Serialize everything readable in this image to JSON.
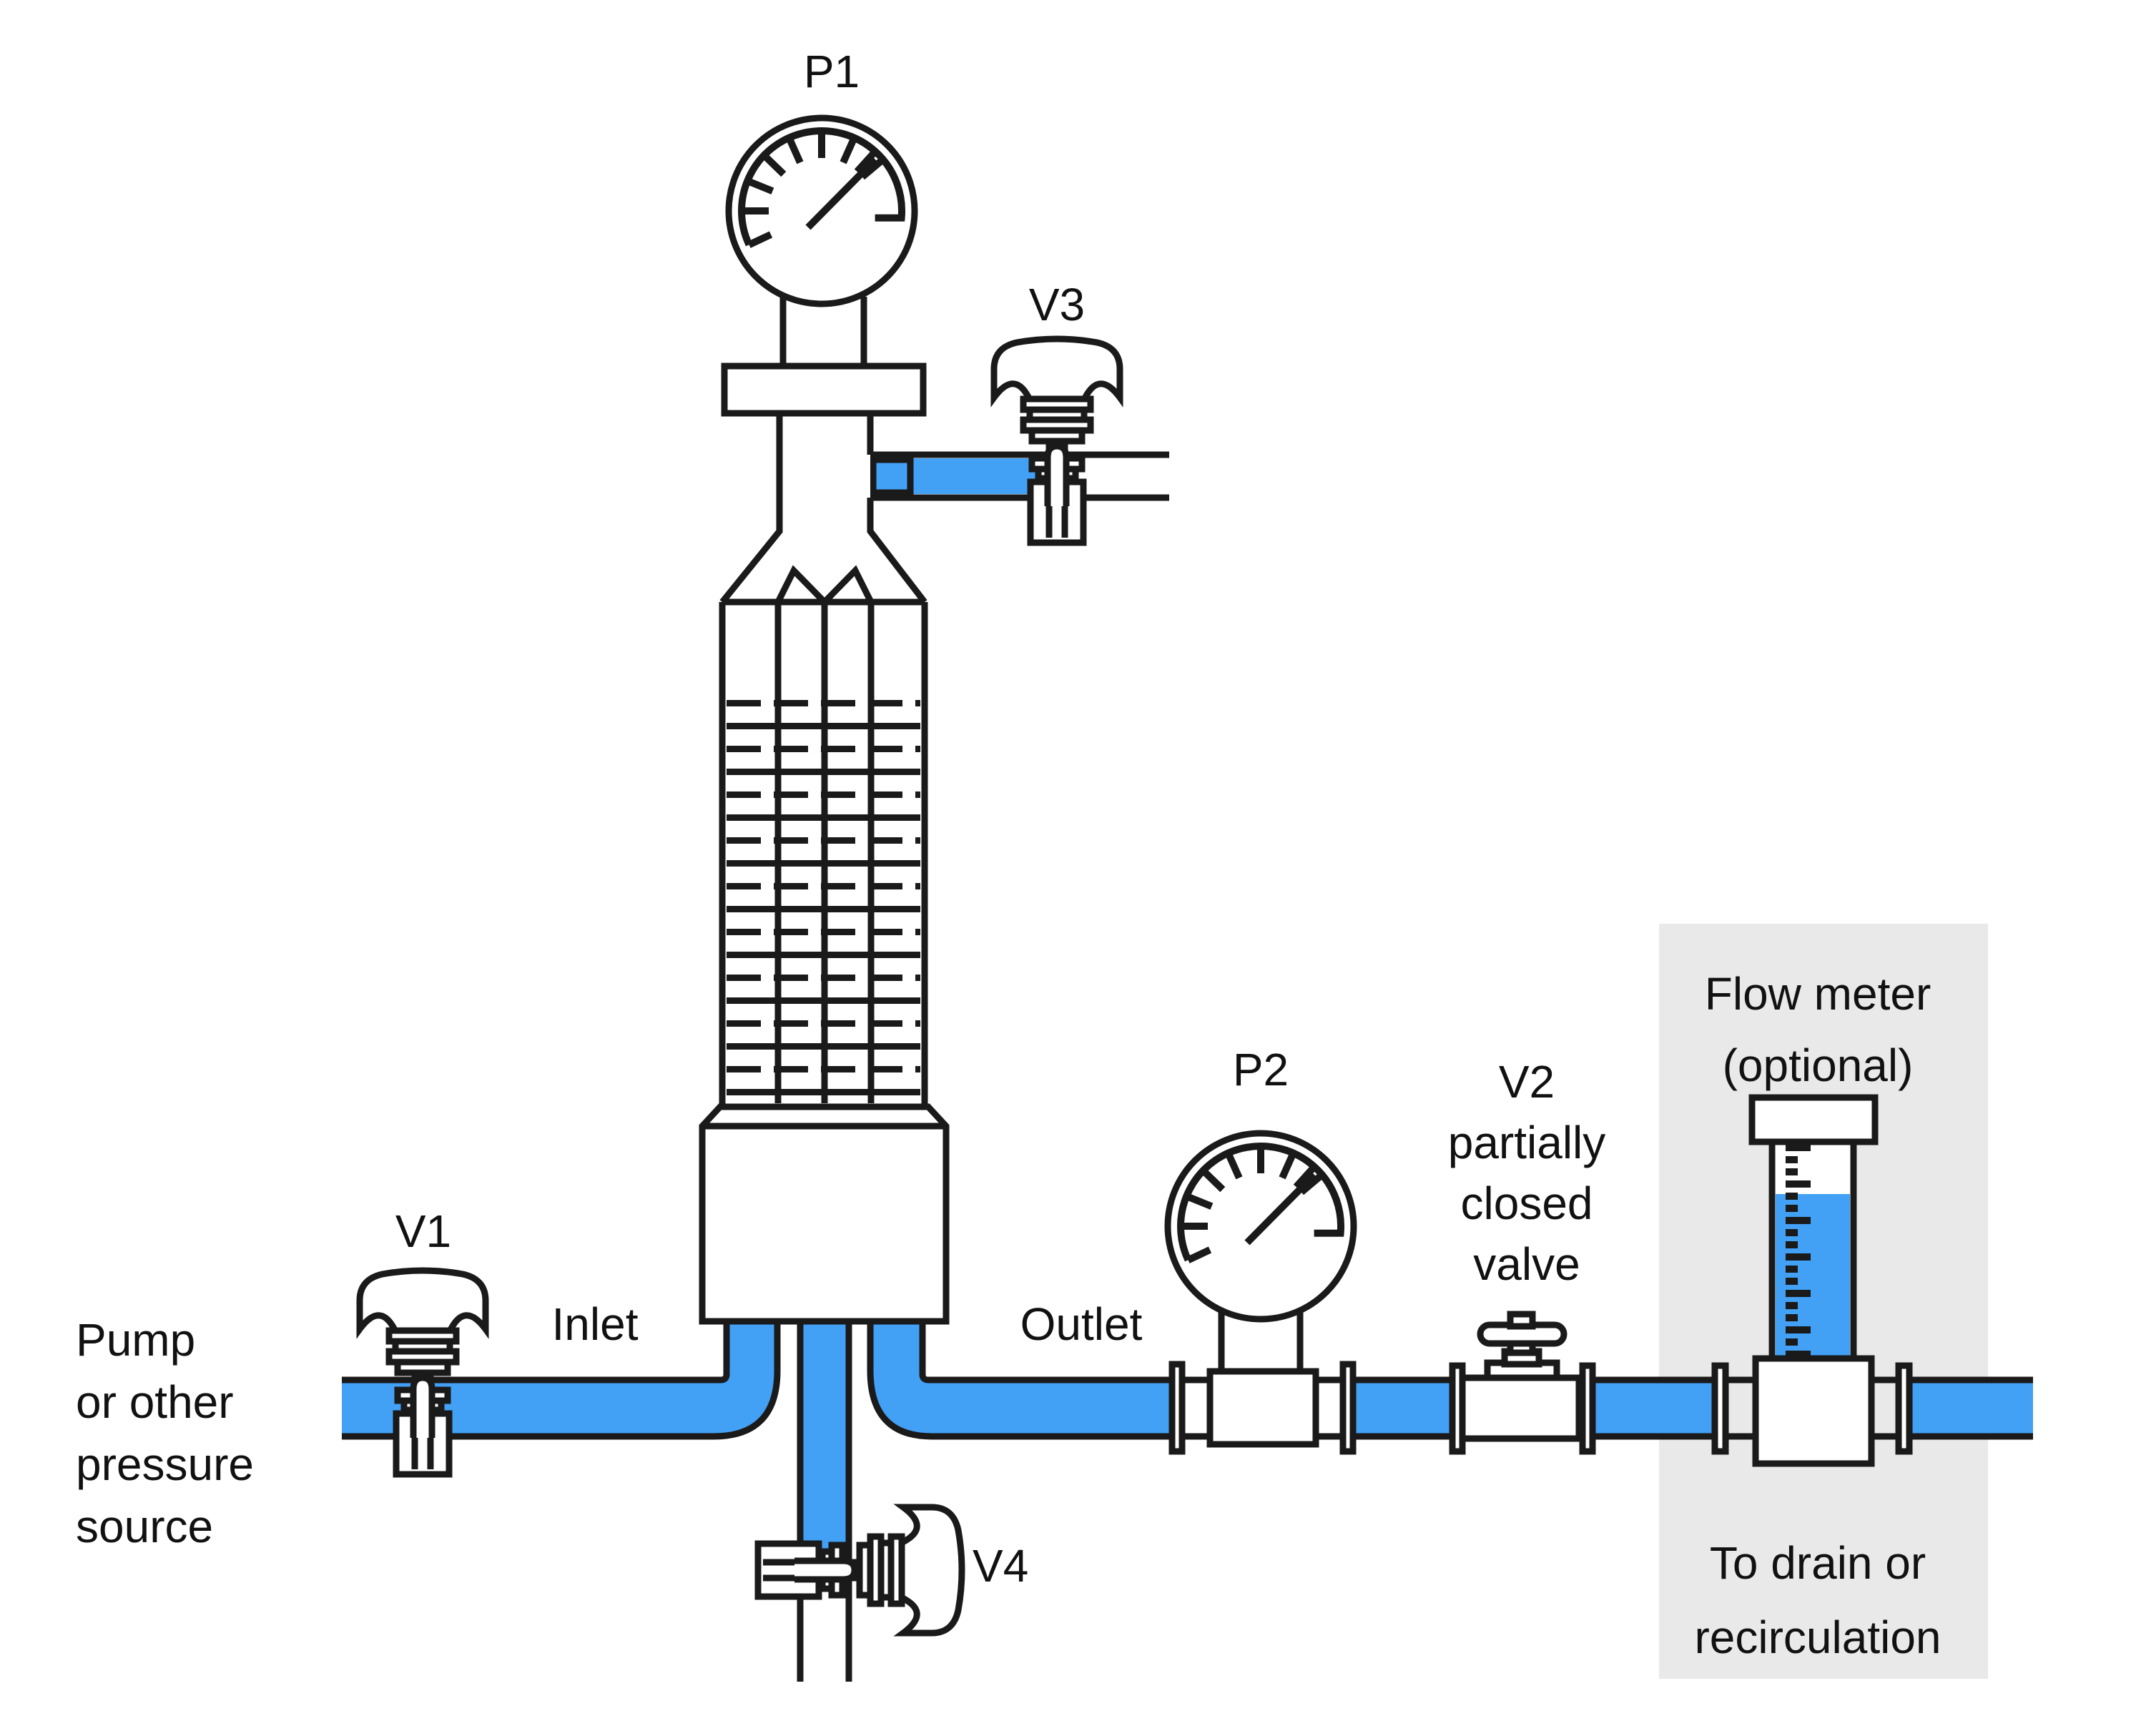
{
  "colors": {
    "fluid": "#42A0F5",
    "line": "#1A1A1A",
    "panel": "#E9E9E9",
    "ink": "#111111",
    "background": "#FFFFFF"
  },
  "source": {
    "lines": [
      "Pump",
      "or other",
      "pressure",
      "source"
    ]
  },
  "pipeline": {
    "inlet_label": "Inlet",
    "outlet_label": "Outlet"
  },
  "gauges": {
    "p1": {
      "label": "P1"
    },
    "p2": {
      "label": "P2"
    }
  },
  "valves": {
    "v1": {
      "label": "V1"
    },
    "v2": {
      "label_lines": [
        "V2",
        "partially",
        "closed",
        "valve"
      ]
    },
    "v3": {
      "label": "V3"
    },
    "v4": {
      "label": "V4"
    }
  },
  "flow_meter": {
    "title_lines": [
      "Flow meter",
      "(optional)"
    ],
    "note_lines": [
      "To drain or",
      "recirculation"
    ]
  }
}
